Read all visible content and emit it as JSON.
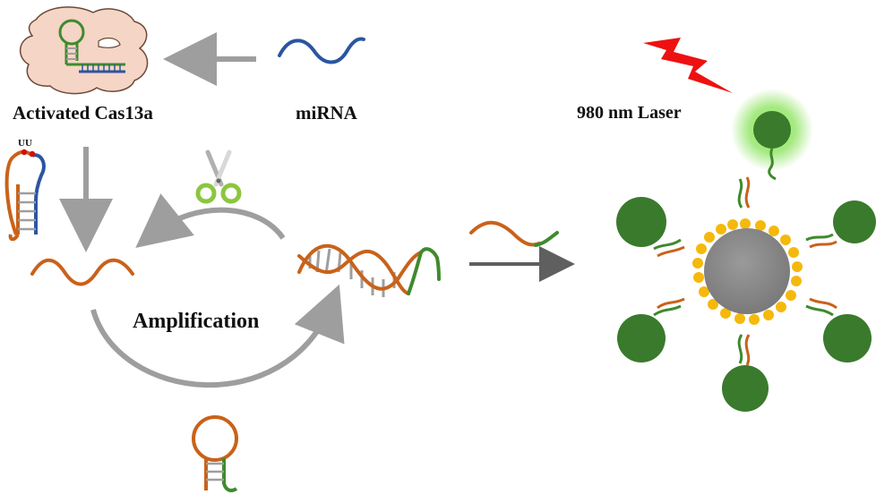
{
  "labels": {
    "activated_cas13a": "Activated Cas13a",
    "mirna": "miRNA",
    "laser": "980 nm Laser",
    "amplification": "Amplification",
    "uu": "UU"
  },
  "colors": {
    "orange_strand": "#c9621a",
    "green_strand": "#3f8a2e",
    "blue_strand": "#2c55a0",
    "arrow_gray": "#9e9e9e",
    "arrow_dark": "#5f5f5f",
    "core_gray": "#8a8a8a",
    "gold_bead": "#f5b90d",
    "green_particle": "#3a7a2c",
    "protein_pink": "#f5d5c5",
    "laser_red": "#ee1111",
    "glow_green": "#7ee04a"
  },
  "icons": {
    "scissors": "scissors-icon",
    "laser_bolt": "lightning-bolt-icon"
  }
}
